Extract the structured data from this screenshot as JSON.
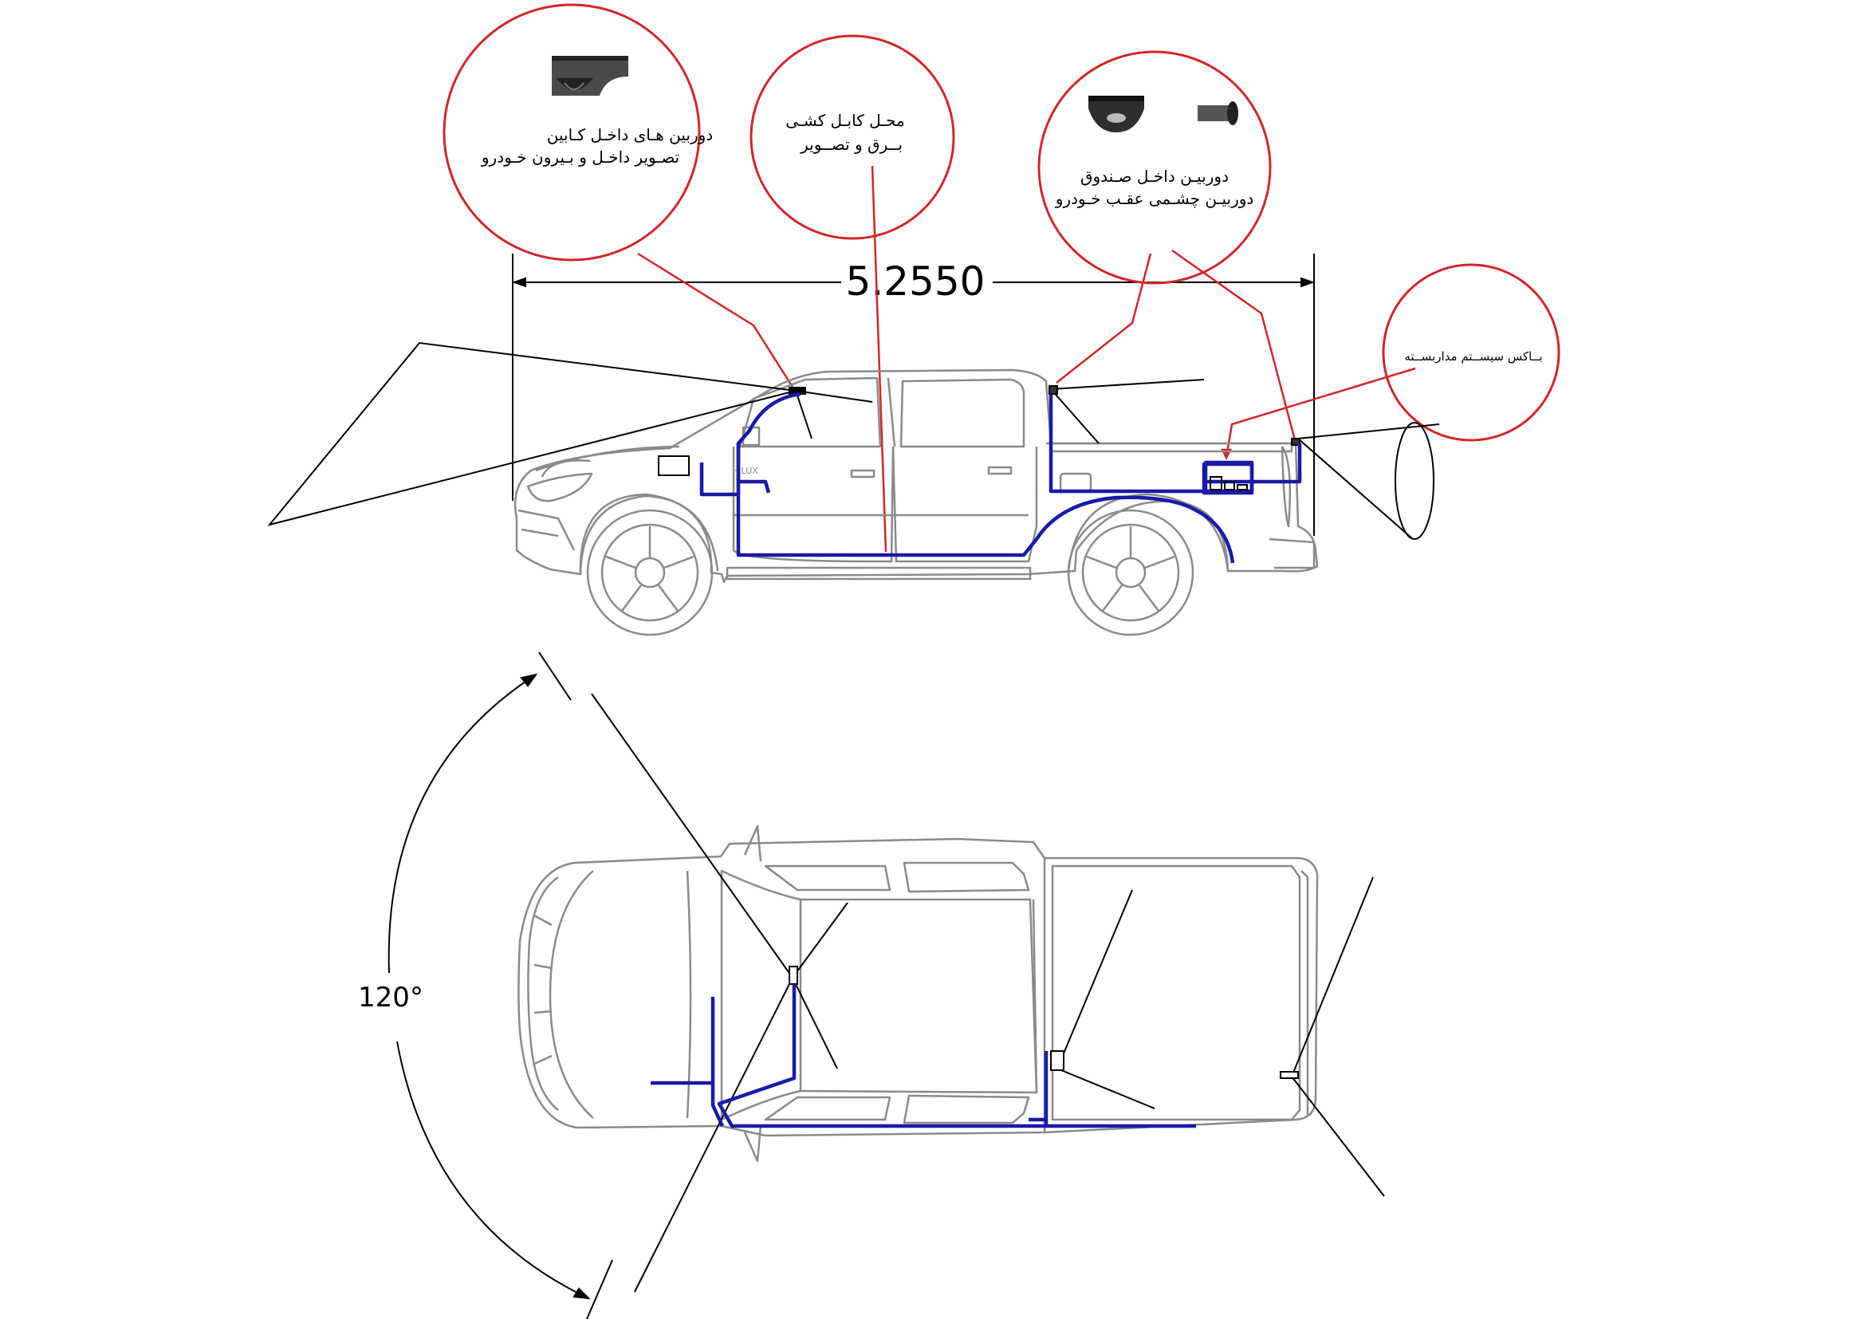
{
  "diagram": {
    "dimension_label": "5.2550",
    "angle_label": "120°",
    "callouts": {
      "cabin_cameras": {
        "line1": "دوربین هـای داخـل کـابین",
        "line2": "تصـویر داخـل و بـیرون خـودرو"
      },
      "cabling": {
        "line1": "محـل کابـل کشـی",
        "line2": "بــرق و تصــویر"
      },
      "rear_cameras": {
        "line1": "دوربیـن داخـل صـندوق",
        "line2": "دوربیـن چشـمی عقـب خـودرو"
      },
      "box": {
        "line1": "بــاکس سیســتم مداربســته"
      }
    },
    "colors": {
      "callout": "#d0262b",
      "wiring": "#1a1aa8",
      "vehicle_outline": "#8a8a8a",
      "lines": "#000000"
    }
  }
}
